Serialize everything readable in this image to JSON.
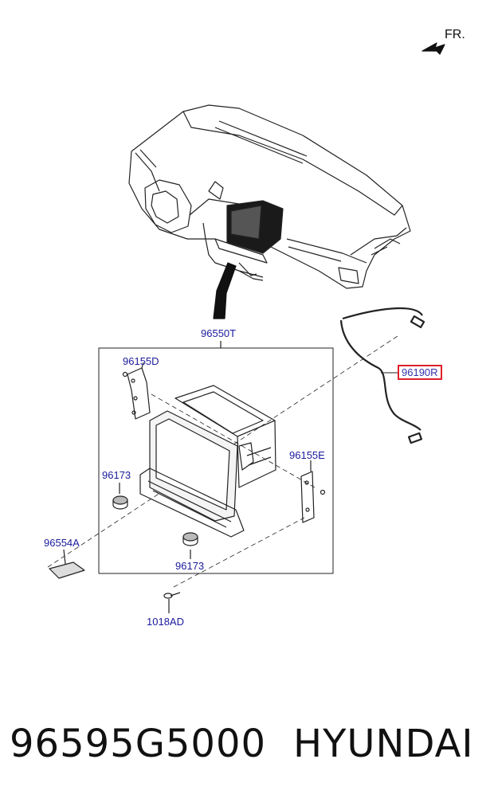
{
  "orientation": {
    "label": "FR."
  },
  "callouts": {
    "c96550T": "96550T",
    "c96155D": "96155D",
    "c96190R": "96190R",
    "c96155E": "96155E",
    "c96173a": "96173",
    "c96173b": "96173",
    "c96554A": "96554A",
    "c1018AD": "1018AD"
  },
  "footer": {
    "part_number": "96595G5000",
    "brand": "HYUNDAI"
  },
  "colors": {
    "callout_text": "#1a1a9c",
    "highlight_border": "#e0202a",
    "line_art": "#222222"
  }
}
